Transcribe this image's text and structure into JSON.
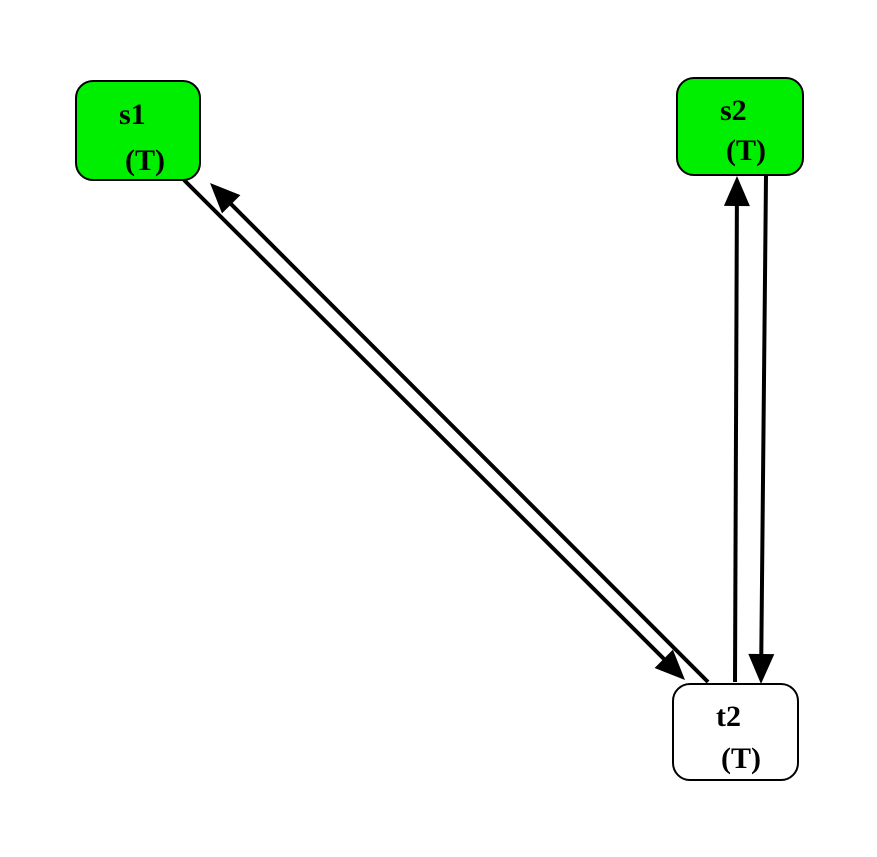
{
  "diagram": {
    "nodes": [
      {
        "id": "s1",
        "label": "s1",
        "sublabel": "(T)",
        "fill": "#00ee00"
      },
      {
        "id": "s2",
        "label": "s2",
        "sublabel": "(T)",
        "fill": "#00ee00"
      },
      {
        "id": "t2",
        "label": "t2",
        "sublabel": "(T)",
        "fill": "#ffffff"
      }
    ],
    "edges": [
      {
        "from": "s1",
        "to": "t2"
      },
      {
        "from": "t2",
        "to": "s1"
      },
      {
        "from": "t2",
        "to": "s2"
      },
      {
        "from": "s2",
        "to": "t2"
      }
    ],
    "colors": {
      "stroke": "#000000",
      "highlight_fill": "#00ee00",
      "default_fill": "#ffffff"
    }
  }
}
